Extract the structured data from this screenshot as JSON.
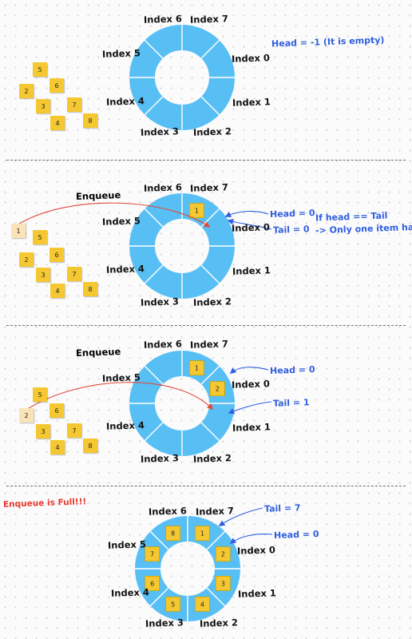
{
  "colors": {
    "ring": "#58bff5",
    "ring_stroke": "#ffffff",
    "note": "#f5c832",
    "note_pale": "#fbe3b8",
    "arrow": "#e04a3a",
    "annotation": "#2f5fe0",
    "full_title": "#e8392e"
  },
  "index_labels": [
    "Index 0",
    "Index 1",
    "Index 2",
    "Index 3",
    "Index 4",
    "Index 5",
    "Index 6",
    "Index 7"
  ],
  "panel1": {
    "head_note": "Head = -1 (It is empty)",
    "pile": [
      "5",
      "2",
      "6",
      "3",
      "7",
      "4",
      "8"
    ],
    "arrow_icons": []
  },
  "panel2": {
    "enqueue_label": "Enqueue",
    "moving_item": "1",
    "pile": [
      "5",
      "2",
      "6",
      "3",
      "7",
      "4",
      "8"
    ],
    "slot_items": {
      "0": "1"
    },
    "head_note": "Head = 0",
    "tail_note": "Tail = 0",
    "condition_line1": "If head == Tail",
    "condition_line2": "-> Only one item has"
  },
  "panel3": {
    "enqueue_label": "Enqueue",
    "moving_item": "2",
    "pile": [
      "5",
      "6",
      "3",
      "7",
      "4",
      "8"
    ],
    "slot_items": {
      "0": "1",
      "1": "2"
    },
    "head_note": "Head = 0",
    "tail_note": "Tail = 1"
  },
  "panel4": {
    "full_label": "Enqueue is Full!!!",
    "slot_items": {
      "0": "1",
      "1": "2",
      "2": "3",
      "3": "4",
      "4": "5",
      "5": "6",
      "6": "7",
      "7": "8"
    },
    "tail_note": "Tail = 7",
    "head_note": "Head = 0"
  }
}
